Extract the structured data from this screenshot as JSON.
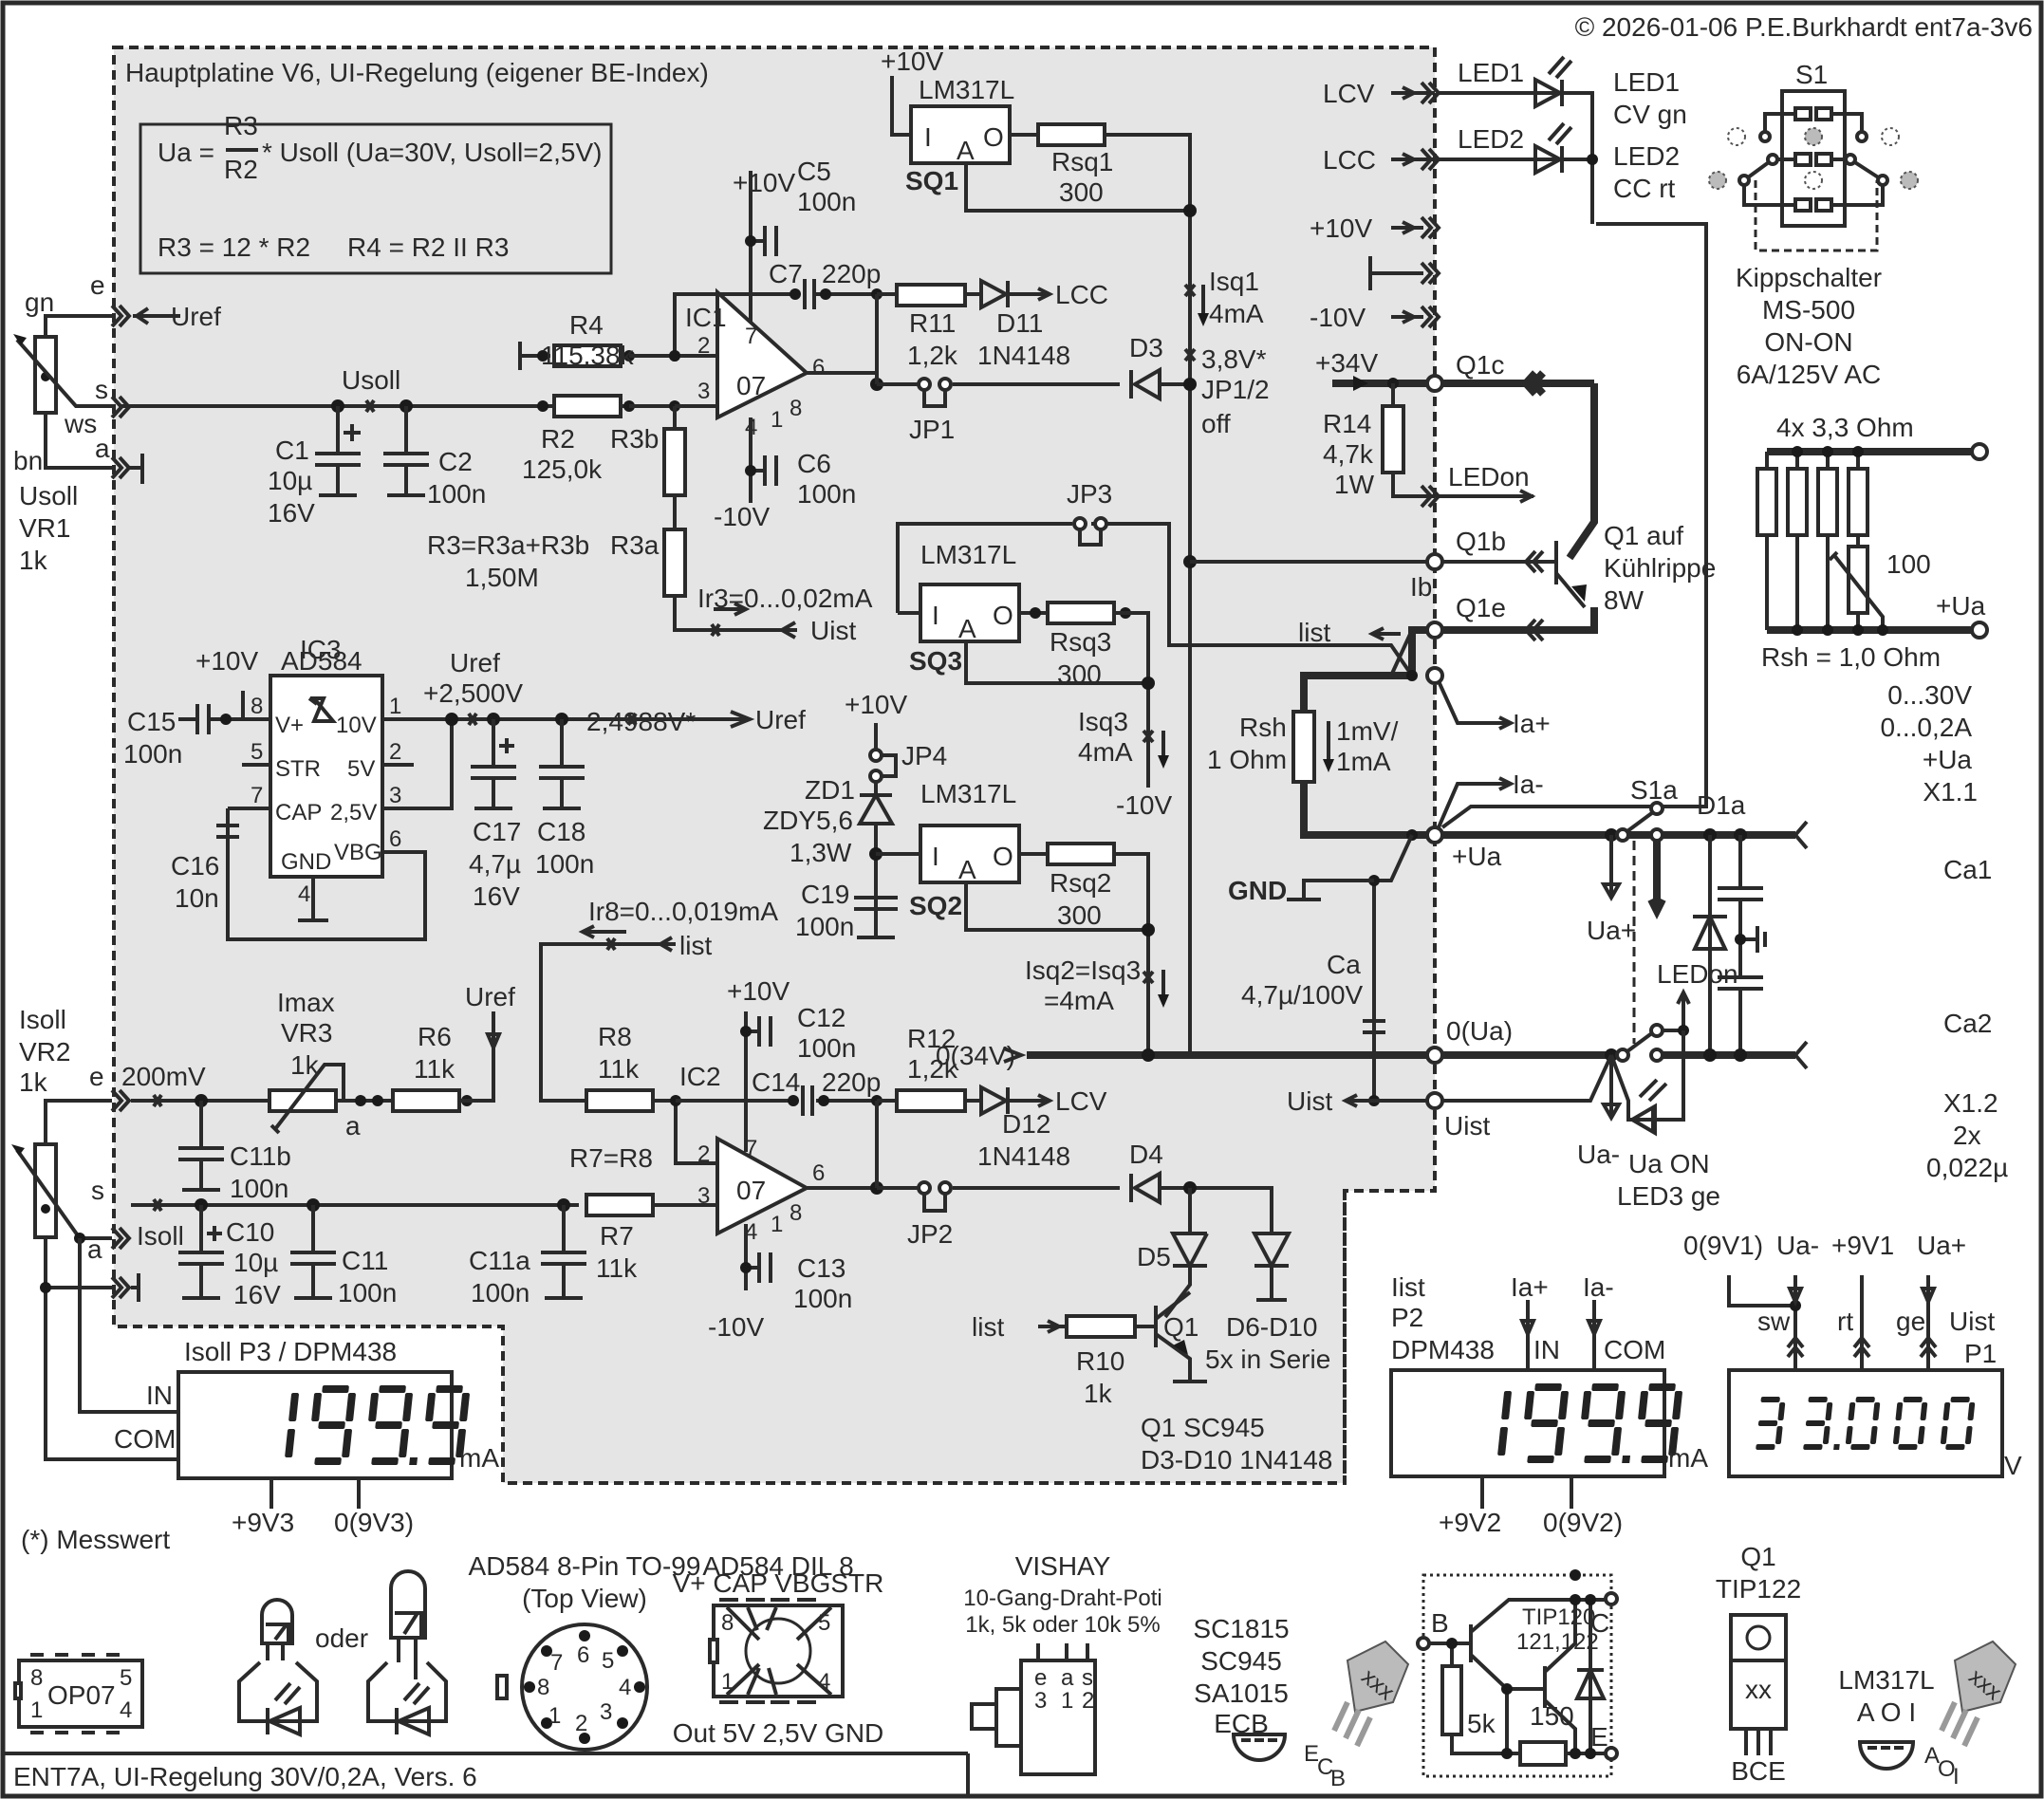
{
  "header": {
    "copyright": "© 2026-01-06 P.E.Burkhardt ent7a-3v6"
  },
  "board": {
    "title": "Hauptplatine V6, UI-Regelung (eigener BE-Index)",
    "formula": {
      "lhs": "Ua =",
      "num": "R3",
      "den": "R2",
      "rhs": "* Usoll (Ua=30V, Usoll=2,5V)",
      "line2a": "R3 = 12 * R2",
      "line2b": "R4 = R2 II R3"
    }
  },
  "vr1": {
    "gn": "gn",
    "bn": "bn",
    "e": "e",
    "s": "s",
    "ws": "ws",
    "a": "a",
    "name": "Usoll",
    "ref": "VR1",
    "val": "1k",
    "uref": "Uref"
  },
  "usoll_net": {
    "label": "Usoll",
    "c1": "C1",
    "c1v": "10µ",
    "c1u": "16V",
    "c2": "C2",
    "c2v": "100n"
  },
  "r4": {
    "name": "R4",
    "val": "115,38k"
  },
  "r2": {
    "name": "R2",
    "val": "125,0k"
  },
  "r3": {
    "r3b": "R3b",
    "r3a": "R3a",
    "note1": "R3=R3a+R3b",
    "note2": "1,50M",
    "ir3": "Ir3=0...0,02mA",
    "uist": "Uist"
  },
  "ic1": {
    "name": "IC1",
    "type": "07",
    "p2": "2",
    "p3": "3",
    "p4": "4",
    "p1": "1",
    "p8": "8",
    "p7": "7",
    "p6": "6",
    "vp": "+10V",
    "vn": "-10V",
    "c5": "C5",
    "c5v": "100n",
    "c6": "C6",
    "c6v": "100n",
    "c7": "C7",
    "c7v": "220p",
    "r11": "R11",
    "r11v": "1,2k",
    "d11": "D11",
    "d11v": "1N4148",
    "lcc": "LCC",
    "jp1": "JP1",
    "d3": "D3"
  },
  "sq1": {
    "vin": "+10V",
    "type": "LM317L",
    "i": "I",
    "a": "A",
    "o": "O",
    "name": "SQ1",
    "rsq": "Rsq1",
    "rsqv": "300",
    "isq": "Isq1",
    "isqv": "4mA",
    "v38": "3,8V*",
    "jp": "JP1/2",
    "off": "off"
  },
  "jp3": "JP3",
  "sq3": {
    "type": "LM317L",
    "i": "I",
    "a": "A",
    "o": "O",
    "name": "SQ3",
    "rsq": "Rsq3",
    "rsqv": "300",
    "isq": "Isq3",
    "isqv": "4mA",
    "vn": "-10V"
  },
  "sq2": {
    "type": "LM317L",
    "i": "I",
    "a": "A",
    "o": "O",
    "name": "SQ2",
    "rsq": "Rsq2",
    "rsqv": "300",
    "isq": "Isq2=Isq3",
    "isqv": "=4mA",
    "vp": "+10V",
    "jp4": "JP4",
    "zd": "ZD1",
    "zdv": "ZDY5,6",
    "zdp": "1,3W",
    "c19": "C19",
    "c19v": "100n"
  },
  "ic3": {
    "name": "IC3",
    "type": "AD584",
    "vp": "+10V",
    "c15": "C15",
    "c15v": "100n",
    "c16": "C16",
    "c16v": "10n",
    "pins": {
      "p8": "8",
      "p5": "5",
      "p7": "7",
      "p4": "4",
      "p1": "1",
      "p2": "2",
      "p3": "3",
      "p6": "6"
    },
    "lbl": {
      "vplus": "V+",
      "str": "STR",
      "cap": "CAP",
      "gnd": "GND",
      "v10": "10V",
      "v5": "5V",
      "v25": "2,5V",
      "vbg": "VBG"
    },
    "uref": "Uref",
    "urefv": "+2,500V",
    "meas": "2,4988V*",
    "out": "Uref",
    "c17": "C17",
    "c17v": "4,7µ",
    "c17u": "16V",
    "c18": "C18",
    "c18v": "100n"
  },
  "ir8": {
    "label": "Ir8=0...0,019mA",
    "list": "list"
  },
  "vr2": {
    "name": "Isoll",
    "ref": "VR2",
    "val": "1k",
    "e": "e",
    "s": "s",
    "a": "a",
    "mv": "200mV",
    "isoll": "Isoll"
  },
  "vr3": {
    "name": "Imax",
    "ref": "VR3",
    "val": "1k",
    "a": "a"
  },
  "r6": {
    "name": "R6",
    "val": "11k",
    "uref": "Uref"
  },
  "r8": {
    "name": "R8",
    "val": "11k"
  },
  "r7": {
    "name": "R7",
    "val": "11k",
    "eq": "R7=R8"
  },
  "caps_bot": {
    "c11b": "C11b",
    "c11bv": "100n",
    "c10": "C10",
    "c10v": "10µ",
    "c10u": "16V",
    "c11": "C11",
    "c11v": "100n",
    "c11a": "C11a",
    "c11av": "100n"
  },
  "ic2": {
    "name": "IC2",
    "type": "07",
    "p2": "2",
    "p3": "3",
    "p4": "4",
    "p1": "1",
    "p8": "8",
    "p7": "7",
    "p6": "6",
    "vp": "+10V",
    "vn": "-10V",
    "c12": "C12",
    "c12v": "100n",
    "c13": "C13",
    "c13v": "100n",
    "c14": "C14",
    "c14v": "220p",
    "r12": "R12",
    "r12v": "1,2k",
    "d12": "D12",
    "d12v": "1N4148",
    "lcv": "LCV",
    "jp2": "JP2",
    "d4": "D4"
  },
  "q1small": {
    "d5": "D5",
    "d610": "D6-D10",
    "serie": "5x in Serie",
    "q1": "Q1",
    "r10": "R10",
    "r10v": "1k",
    "list": "list",
    "note1": "Q1  SC945",
    "note2": "D3-D10  1N4148",
    "v34": "0(34V)"
  },
  "connectors": {
    "lcv": "LCV",
    "lcc": "LCC",
    "p10": "+10V",
    "m10": "-10V",
    "p34": "+34V",
    "q1c": "Q1c",
    "q1b": "Q1b",
    "q1e": "Q1e",
    "ib": "Ib",
    "ledon": "LEDon",
    "r14": "R14",
    "r14v": "4,7k",
    "r14p": "1W",
    "list": "list",
    "iap": "Ia+",
    "iam": "Ia-",
    "rsh": "Rsh",
    "rshv": "1 Ohm",
    "rshs1": "1mV/",
    "rshs2": "1mA",
    "gnd": "GND",
    "ca": "Ca",
    "cav": "4,7µ/100V",
    "pua": "+Ua",
    "zua": "0(Ua)",
    "uist": "Uist",
    "uist2": "Uist"
  },
  "leds": {
    "led1": "LED1",
    "led2": "LED2",
    "led1d": "LED1",
    "led1c": "CV gn",
    "led2d": "LED2",
    "led2c": "CC rt"
  },
  "s1": {
    "name": "S1",
    "d1": "Kippschalter",
    "d2": "MS-500",
    "d3": "ON-ON",
    "d4": "6A/125V AC"
  },
  "q1big": {
    "l1": "Q1 auf",
    "l2": "Kühlrippe",
    "l3": "8W"
  },
  "shunt": {
    "title": "4x 3,3 Ohm",
    "pot": "100",
    "ua": "+Ua",
    "rsh": "Rsh = 1,0 Ohm"
  },
  "output": {
    "r1": "0...30V",
    "r2": "0...0,2A",
    "r3": "+Ua",
    "r4": "X1.1",
    "s1a": "S1a",
    "d1a": "D1a",
    "ca1": "Ca1",
    "ca2": "Ca2",
    "uap": "Ua+",
    "uam": "Ua-",
    "ledon": "LEDon",
    "uaon": "Ua ON",
    "led3": "LED3 ge",
    "x12": "X1.2",
    "x2": "2x",
    "cv": "0,022µ"
  },
  "meters": {
    "p3": {
      "title": "Isoll  P3 / DPM438",
      "in": "IN",
      "com": "COM",
      "value": "199.9",
      "unit": "mA",
      "sup1": "+9V3",
      "sup2": "0(9V3)"
    },
    "p2": {
      "t1": "Iist",
      "t2": "P2",
      "t3": "DPM438",
      "iap": "Ia+",
      "iam": "Ia-",
      "in": "IN",
      "com": "COM",
      "value": "199.9",
      "unit": "mA",
      "sup1": "+9V2",
      "sup2": "0(9V2)"
    },
    "p1": {
      "s1": "0(9V1)",
      "s2": "Ua-",
      "s3": "+9V1",
      "s4": "Ua+",
      "sw": "sw",
      "rt": "rt",
      "ge": "ge",
      "t1": "Uist",
      "t2": "P1",
      "value": "33.000",
      "unit": "V"
    }
  },
  "legend": {
    "messwert": "(*) Messwert",
    "op07": {
      "name": "OP07",
      "p8": "8",
      "p1": "1",
      "p5": "5",
      "p4": "4"
    },
    "oder": "oder",
    "to99": {
      "t1": "AD584 8-Pin TO-99",
      "t2": "(Top View)",
      "pins": [
        "1",
        "2",
        "3",
        "4",
        "5",
        "6",
        "7",
        "8"
      ]
    },
    "dil": {
      "t1": "AD584 DIL 8",
      "top": "V+ CAP VBGSTR",
      "bot": "Out 5V 2,5V GND",
      "p8": "8",
      "p5": "5",
      "p1": "1",
      "p4": "4"
    },
    "vishay": {
      "t1": "VISHAY",
      "t2": "10-Gang-Draht-Poti",
      "t3": "1k, 5k oder 10k 5%",
      "e": "e",
      "a": "a",
      "s": "s",
      "n3": "3",
      "n1": "1",
      "n2": "2"
    },
    "to92": {
      "l1": "SC1815",
      "l2": "SC945",
      "l3": "SA1015",
      "l4": "ECB",
      "mark": "xxx",
      "e": "E",
      "c": "C",
      "b": "B"
    },
    "tip": {
      "b": "B",
      "c": "C",
      "e": "E",
      "t1": "TIP120",
      "t2": "121,122",
      "r5k": "5k",
      "r150": "150"
    },
    "q1pkg": {
      "t1": "Q1",
      "t2": "TIP122",
      "mark": "xx",
      "pins": "BCE"
    },
    "lm317": {
      "t1": "LM317L",
      "t2": "A O I",
      "mark": "xxx",
      "a": "A",
      "o": "O",
      "i": "I"
    }
  },
  "footer": {
    "title": "ENT7A, UI-Regelung 30V/0,2A, Vers. 6"
  }
}
